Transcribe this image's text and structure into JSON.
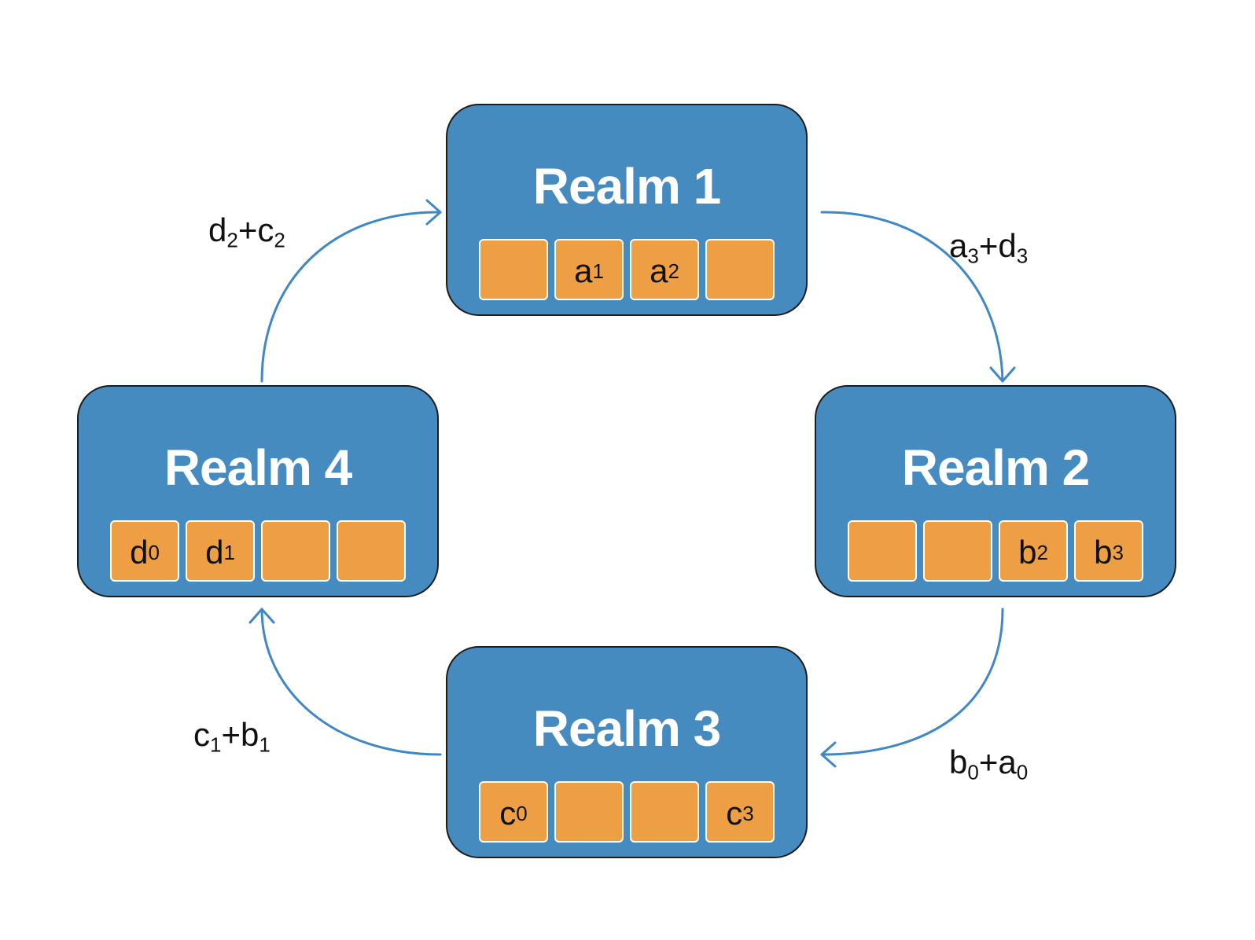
{
  "colors": {
    "realm_fill": "#458bc0",
    "slot_fill": "#ee9f43",
    "arrow": "#3f88c5",
    "realm_title_text": "#ffffff"
  },
  "realms": [
    {
      "title": "Realm 1",
      "slots": [
        {
          "base": "",
          "sub": ""
        },
        {
          "base": "a",
          "sub": "1"
        },
        {
          "base": "a",
          "sub": "2"
        },
        {
          "base": "",
          "sub": ""
        }
      ]
    },
    {
      "title": "Realm 2",
      "slots": [
        {
          "base": "",
          "sub": ""
        },
        {
          "base": "",
          "sub": ""
        },
        {
          "base": "b",
          "sub": "2"
        },
        {
          "base": "b",
          "sub": "3"
        }
      ]
    },
    {
      "title": "Realm 3",
      "slots": [
        {
          "base": "c",
          "sub": "0"
        },
        {
          "base": "",
          "sub": ""
        },
        {
          "base": "",
          "sub": ""
        },
        {
          "base": "c",
          "sub": "3"
        }
      ]
    },
    {
      "title": "Realm 4",
      "slots": [
        {
          "base": "d",
          "sub": "0"
        },
        {
          "base": "d",
          "sub": "1"
        },
        {
          "base": "",
          "sub": ""
        },
        {
          "base": "",
          "sub": ""
        }
      ]
    }
  ],
  "edges": [
    {
      "from": "Realm 1",
      "to": "Realm 2",
      "label": [
        {
          "base": "a",
          "sub": "3"
        },
        {
          "base": "+d",
          "sub": "3"
        }
      ]
    },
    {
      "from": "Realm 2",
      "to": "Realm 3",
      "label": [
        {
          "base": "b",
          "sub": "0"
        },
        {
          "base": "+a",
          "sub": "0"
        }
      ]
    },
    {
      "from": "Realm 3",
      "to": "Realm 4",
      "label": [
        {
          "base": "c",
          "sub": "1"
        },
        {
          "base": "+b",
          "sub": "1"
        }
      ]
    },
    {
      "from": "Realm 4",
      "to": "Realm 1",
      "label": [
        {
          "base": "d",
          "sub": "2"
        },
        {
          "base": "+c",
          "sub": "2"
        }
      ]
    }
  ]
}
